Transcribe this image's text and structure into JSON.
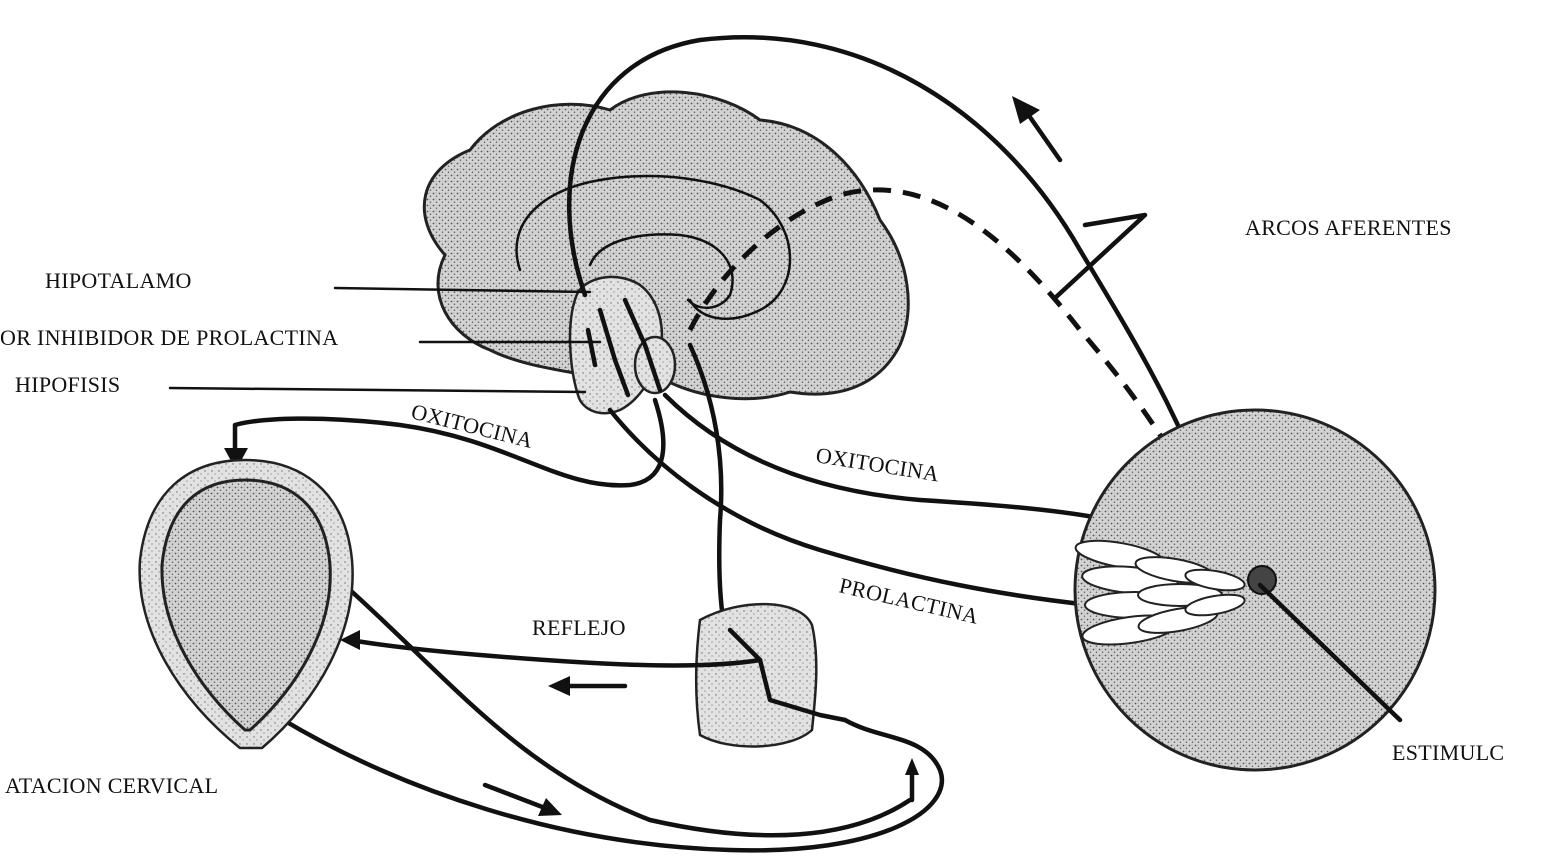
{
  "labels": {
    "arcos_aferentes": "ARCOS AFERENTES",
    "hipotalamo": "HIPOTALAMO",
    "factor_inhibidor": "OR INHIBIDOR DE PROLACTINA",
    "hipofisis": "HIPOFISIS",
    "oxitocina_left": "OXITOCINA",
    "oxitocina_right": "OXITOCINA",
    "prolactina": "PROLACTINA",
    "reflejo": "REFLEJO",
    "dilatacion_cervical": "ATACION CERVICAL",
    "estimulo": "ESTIMULC"
  },
  "colors": {
    "ink": "#111111",
    "stipple": "#9a9a9a",
    "background": "#ffffff"
  }
}
